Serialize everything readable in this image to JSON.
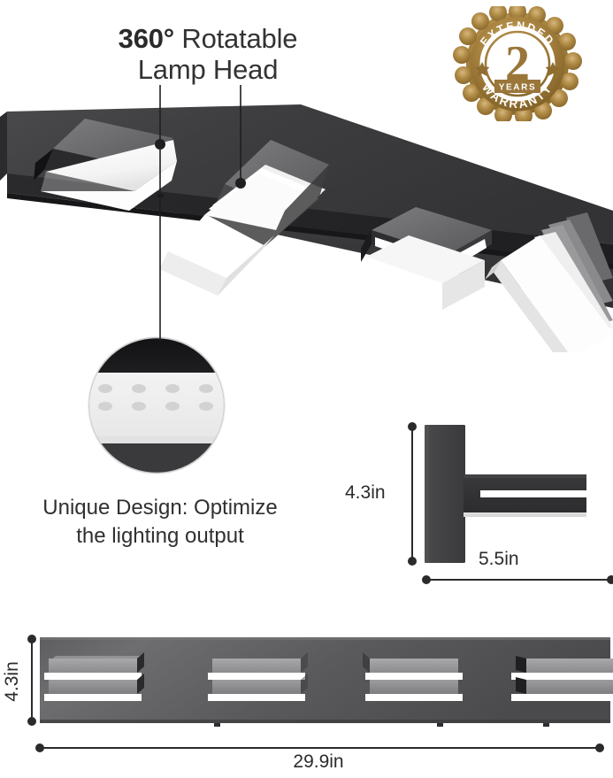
{
  "headline": {
    "degree": "360°",
    "rest": " Rotatable",
    "line2": "Lamp Head"
  },
  "badge": {
    "top_text": "EXTENDED",
    "number": "2",
    "unit": "YEARS",
    "bottom_text": "WARRANTY",
    "color": "#a8813f",
    "color_light": "#c9a667",
    "color_dark": "#8a6a30"
  },
  "callout": {
    "caption_line1": "Unique Design: Optimize",
    "caption_line2": "the lighting output",
    "led_dot_rows": 2,
    "led_dots_per_row": 4
  },
  "side_diagram": {
    "height_label": "4.3in",
    "width_label": "5.5in"
  },
  "front_diagram": {
    "height_label": "4.3in",
    "width_label": "29.9in",
    "lamp_head_count": 4
  },
  "product": {
    "lamp_head_count": 4,
    "body_color": "#3a3a3c",
    "body_color_dark": "#2c2c2e",
    "body_color_light": "#565658",
    "diffuser_color": "#fbfbfb"
  }
}
